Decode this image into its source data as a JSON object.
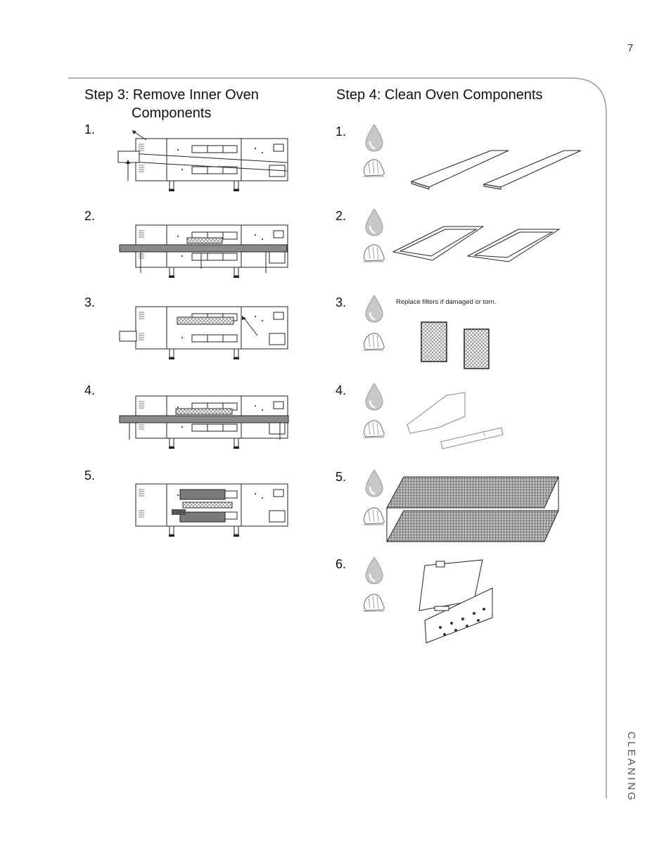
{
  "page_number": "7",
  "side_tab": "CLEANING",
  "step3": {
    "title_line1": "Step 3: Remove Inner Oven",
    "title_line2": "Components",
    "items": [
      "1.",
      "2.",
      "3.",
      "4.",
      "5."
    ]
  },
  "step4": {
    "title": "Step 4: Clean Oven Components",
    "items": [
      "1.",
      "2.",
      "3.",
      "4.",
      "5.",
      "6."
    ],
    "filter_note": "Replace filters if damaged or torn."
  },
  "icons": {
    "water": "water-drop-icon",
    "wipe": "wipe-cloth-icon"
  }
}
